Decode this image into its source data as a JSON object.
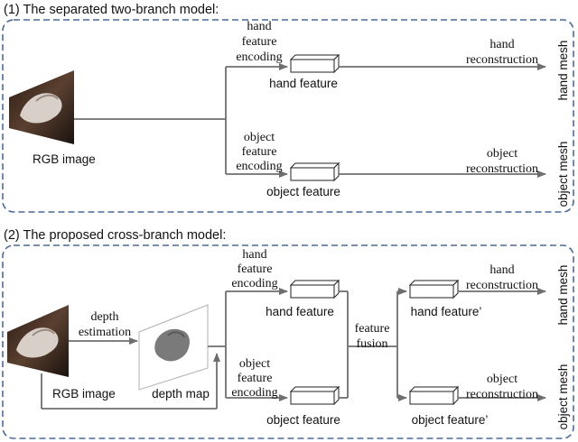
{
  "panel1": {
    "title": "(1) The separated two-branch model:",
    "input_label": "RGB image",
    "hand_encoding": [
      "hand",
      "feature",
      "encoding"
    ],
    "object_encoding": [
      "object",
      "feature",
      "encoding"
    ],
    "hand_feature": "hand feature",
    "object_feature": "object feature",
    "hand_reconstruction": [
      "hand",
      "reconstruction"
    ],
    "object_reconstruction": [
      "object",
      "reconstruction"
    ],
    "hand_output": "hand mesh",
    "object_output": "object mesh"
  },
  "panel2": {
    "title": "(2) The proposed cross-branch model:",
    "input_label": "RGB image",
    "depth_estimation": [
      "depth",
      "estimation"
    ],
    "depth_map": "depth map",
    "hand_encoding": [
      "hand",
      "feature",
      "encoding"
    ],
    "object_encoding": [
      "object",
      "feature",
      "encoding"
    ],
    "hand_feature": "hand feature",
    "object_feature": "object feature",
    "feature_fusion": [
      "feature",
      "fusion"
    ],
    "hand_feature_fused": "hand feature’",
    "object_feature_fused": "object feature’",
    "hand_reconstruction": [
      "hand",
      "reconstruction"
    ],
    "object_reconstruction": [
      "object",
      "reconstruction"
    ],
    "hand_output": "hand mesh",
    "object_output": "object mesh"
  },
  "colors": {
    "panel_border": "#4a6a9a",
    "arrow": "#6e6e6e"
  }
}
